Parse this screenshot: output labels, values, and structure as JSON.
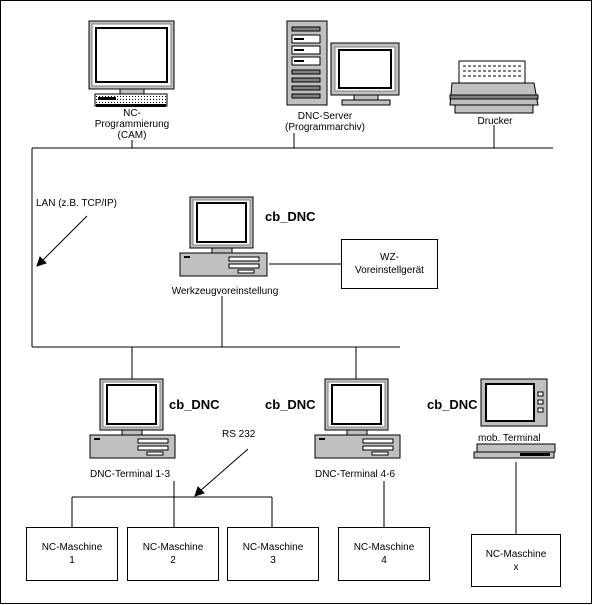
{
  "nodes": {
    "cam": {
      "line1": "NC-",
      "line2": "Programmierung",
      "line3": "(CAM)"
    },
    "server": {
      "line1": "DNC-Server",
      "line2": "(Programmarchiv)"
    },
    "printer": {
      "label": "Drucker"
    },
    "lan": {
      "label": "LAN (z.B. TCP/IP)"
    },
    "presetting": {
      "brand": "cb_DNC",
      "label": "Werkzeugvoreinstellung"
    },
    "tool_device": {
      "line1": "WZ-",
      "line2": "Voreinstellgerät"
    },
    "terminal_1": {
      "brand": "cb_DNC",
      "label": "DNC-Terminal 1-3"
    },
    "middle_brand": "cb_DNC",
    "terminal_2": {
      "label": "DNC-Terminal 4-6"
    },
    "mobile": {
      "brand": "cb_DNC",
      "label": "mob. Terminal"
    },
    "rs232": {
      "label": "RS 232"
    },
    "machines": [
      {
        "line1": "NC-Maschine",
        "line2": "1"
      },
      {
        "line1": "NC-Maschine",
        "line2": "2"
      },
      {
        "line1": "NC-Maschine",
        "line2": "3"
      },
      {
        "line1": "NC-Maschine",
        "line2": "4"
      },
      {
        "line1": "NC-Maschine",
        "line2": "x"
      }
    ]
  }
}
